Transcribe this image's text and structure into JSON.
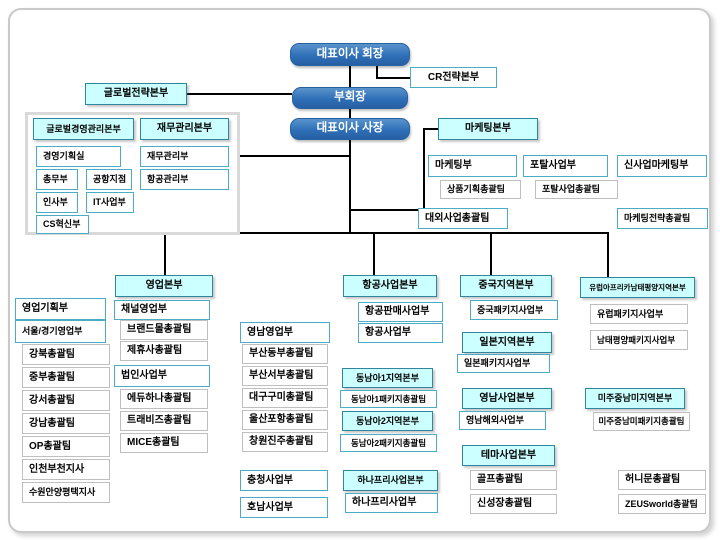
{
  "executives": {
    "chairman": "대표이사 회장",
    "cr_strategy": "CR전략본부",
    "vice_chairman": "부회장",
    "global_strategy": "글로벌전략본부",
    "president": "대표이사 사장"
  },
  "admin": {
    "global_mgmt_hq": "글로벌경영관리본부",
    "global_mgmt_depts": [
      "경영기획실",
      "총무부",
      "공항지점",
      "인사부",
      "IT사업부",
      "CS혁신부"
    ],
    "finance_hq": "재무관리본부",
    "finance_depts": [
      "재무관리부",
      "항공관리부"
    ]
  },
  "marketing": {
    "hq": "마케팅본부",
    "depts": [
      "마케팅부",
      "포탈사업부",
      "신사업마케팅부"
    ],
    "teams": [
      "상품기획총괄팀",
      "포탈사업총괄팀"
    ],
    "others": [
      "대외사업총괄팀",
      "마케팅전략총괄팀"
    ]
  },
  "sales": {
    "hq": "영업본부",
    "planning_depts": [
      "영업기획부",
      "서울/경기영업부"
    ],
    "seoul_teams": [
      "강북총괄팀",
      "중부총괄팀",
      "강서총괄팀",
      "강남총괄팀",
      "OP총괄팀",
      "인천부천지사",
      "수원안양평택지사"
    ],
    "channel_dept": "채널영업부",
    "channel_teams": [
      "브랜드몰총괄팀",
      "제휴사총괄팀"
    ],
    "corporate_dept": "법인사업부",
    "corporate_teams": [
      "에듀하나총괄팀",
      "트래비즈총괄팀",
      "MICE총괄팀"
    ],
    "yeongnam_dept": "영남영업부",
    "yeongnam_teams": [
      "부산동부총괄팀",
      "부산서부총괄팀",
      "대구구미총괄팀",
      "울산포항총괄팀",
      "창원진주총괄팀"
    ],
    "regional_depts": [
      "충청사업부",
      "호남사업부"
    ]
  },
  "aviation": {
    "hq": "항공사업본부",
    "depts": [
      "항공판매사업부",
      "항공사업부"
    ]
  },
  "regions": {
    "china_hq": "중국지역본부",
    "china_dept": "중국패키지사업부",
    "japan_hq": "일본지역본부",
    "japan_dept": "일본패키지사업부",
    "yeongnam_hq": "영남사업본부",
    "yeongnam_dept": "영남해외사업부",
    "sea1_hq": "동남아1지역본부",
    "sea1_team": "동남아1패키지총괄팀",
    "sea2_hq": "동남아2지역본부",
    "sea2_team": "동남아2패키지총괄팀",
    "europe_hq": "유럽아프리카남태평양지역본부",
    "europe_depts": [
      "유럽패키지사업부",
      "남태평양패키지사업부"
    ],
    "america_hq": "미주중남미지역본부",
    "america_team": "미주중남미패키지총괄팀"
  },
  "hanafree": {
    "hq": "하나프리사업본부",
    "dept": "하나프리사업부"
  },
  "theme": {
    "hq": "테마사업본부",
    "teams": [
      "골프총괄팀",
      "신성장총괄팀",
      "허니문총괄팀",
      "ZEUSworld총괄팀"
    ]
  },
  "colors": {
    "executive_fill": "#2E74B5",
    "hq_fill": "#CCFFFF",
    "hq_border": "#31859C",
    "dept_border": "#4BACC6",
    "team_border": "#BFBFBF",
    "connector": "#000000",
    "group_border": "#D9D9D9"
  }
}
